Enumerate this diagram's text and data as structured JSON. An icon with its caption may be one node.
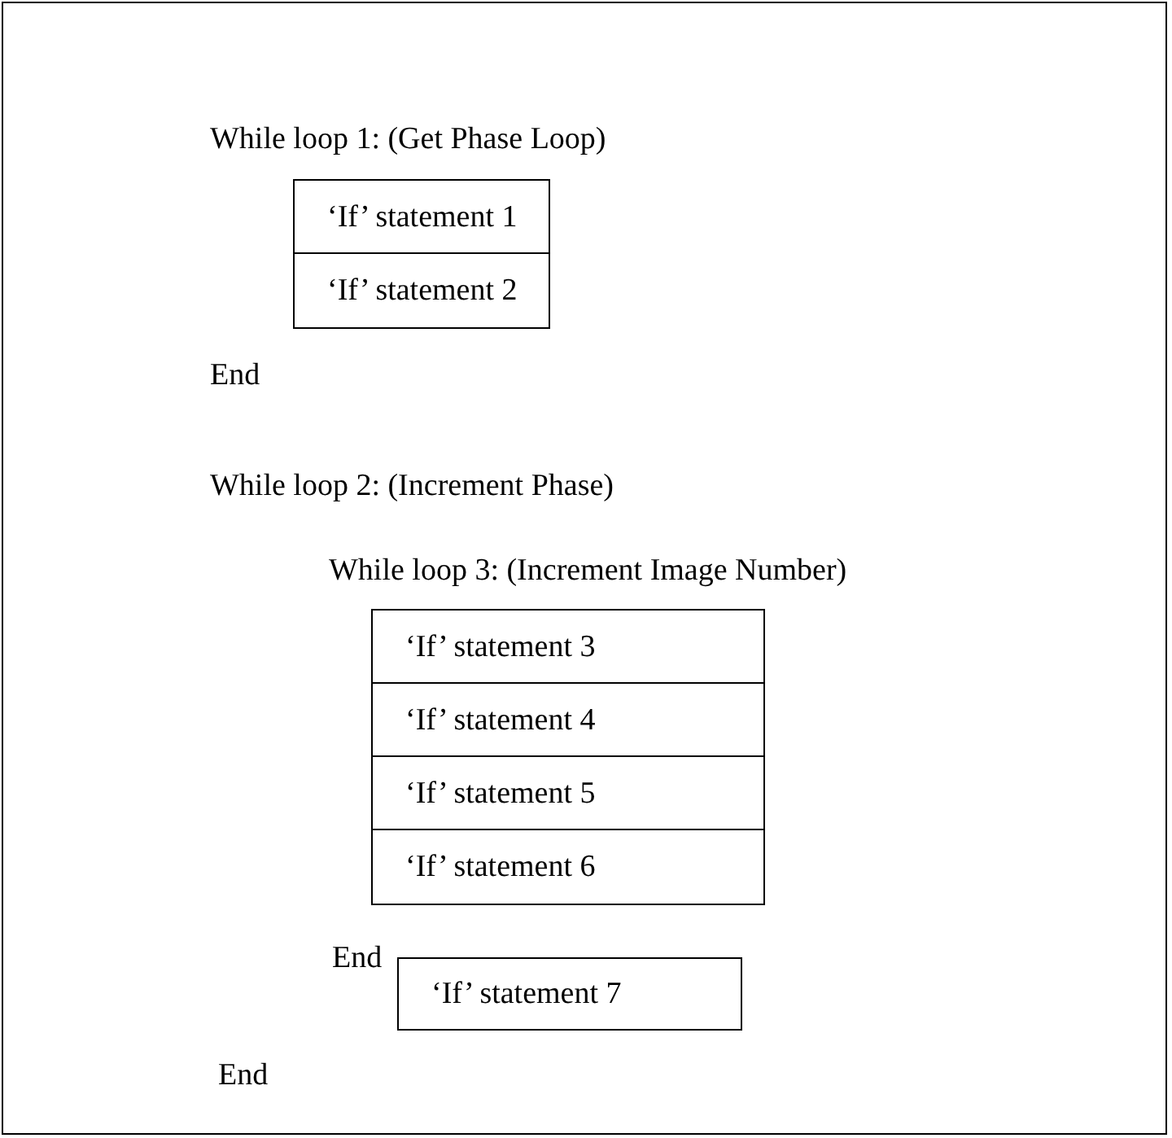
{
  "diagram": {
    "nodes": [
      {
        "text": [
          "‘If’ statement 1"
        ]
      },
      {
        "text": [
          "‘If’ statement 2"
        ]
      },
      {
        "text": [
          "‘If’ statement 3"
        ]
      },
      {
        "text": [
          "‘If’ statement 4"
        ]
      },
      {
        "text": [
          "‘If’ statement 5"
        ]
      },
      {
        "text": [
          "‘If’ statement 6"
        ]
      },
      {
        "text": [
          "‘If’ statement 7"
        ]
      }
    ],
    "edges": [],
    "labels": [
      "While loop 1: (Get Phase Loop)",
      "End",
      "While loop 2: (Increment Phase)",
      "While loop 3: (Increment Image Number)",
      "End",
      "End"
    ]
  }
}
